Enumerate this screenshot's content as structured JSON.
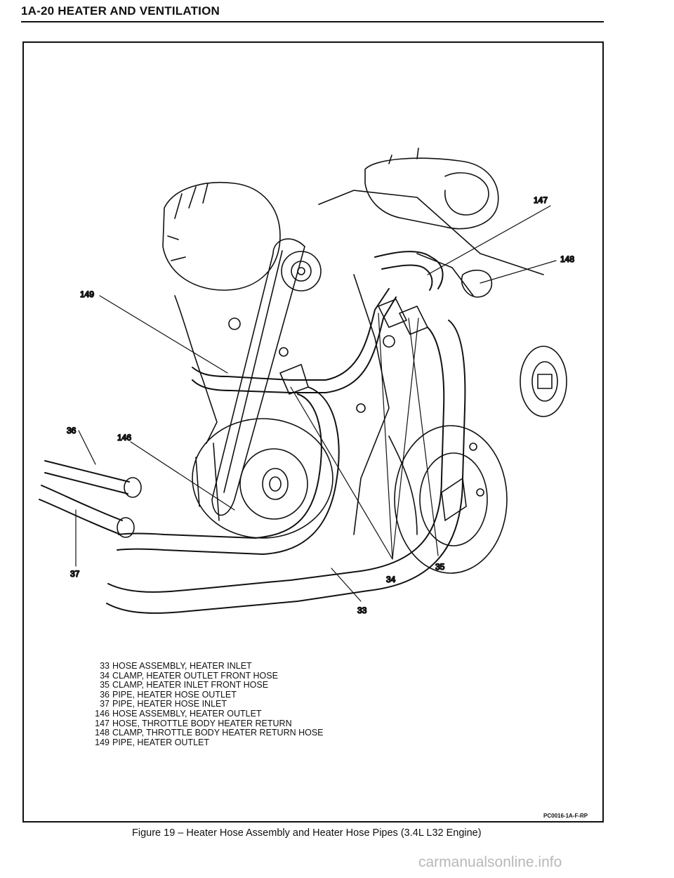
{
  "page_header": "1A-20 HEATER AND VENTILATION",
  "callouts": {
    "c147": "147",
    "c148": "148",
    "c149": "149",
    "c36": "36",
    "c146": "146",
    "c37": "37",
    "c35": "35",
    "c34": "34",
    "c33": "33"
  },
  "legend": [
    {
      "num": "33",
      "text": "HOSE ASSEMBLY, HEATER INLET"
    },
    {
      "num": "34",
      "text": "CLAMP, HEATER OUTLET FRONT HOSE"
    },
    {
      "num": "35",
      "text": "CLAMP, HEATER INLET FRONT HOSE"
    },
    {
      "num": "36",
      "text": "PIPE, HEATER HOSE OUTLET"
    },
    {
      "num": "37",
      "text": "PIPE, HEATER HOSE INLET"
    },
    {
      "num": "146",
      "text": "HOSE ASSEMBLY, HEATER OUTLET"
    },
    {
      "num": "147",
      "text": "HOSE, THROTTLE BODY HEATER RETURN"
    },
    {
      "num": "148",
      "text": "CLAMP, THROTTLE BODY HEATER RETURN HOSE"
    },
    {
      "num": "149",
      "text": "PIPE, HEATER OUTLET"
    }
  ],
  "figure_code": "PC0016-1A-F-RP",
  "caption": "Figure 19 – Heater Hose Assembly and Heater Hose Pipes (3.4L L32 Engine)",
  "watermark": "carmanualsonline.info"
}
